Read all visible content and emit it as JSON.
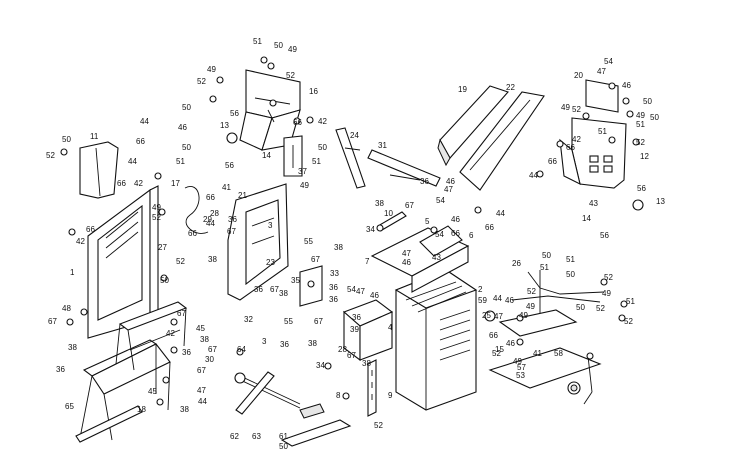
{
  "labels": [
    {
      "t": "51"
    },
    {
      "t": "50"
    },
    {
      "t": "49"
    },
    {
      "t": "49"
    },
    {
      "t": "52"
    },
    {
      "t": "52"
    },
    {
      "t": "16"
    },
    {
      "t": "50"
    },
    {
      "t": "56"
    },
    {
      "t": "13"
    },
    {
      "t": "66"
    },
    {
      "t": "42"
    },
    {
      "t": "14"
    },
    {
      "t": "50"
    },
    {
      "t": "56"
    },
    {
      "t": "51"
    },
    {
      "t": "37"
    },
    {
      "t": "49"
    },
    {
      "t": "24"
    },
    {
      "t": "31"
    },
    {
      "t": "19"
    },
    {
      "t": "22"
    },
    {
      "t": "36"
    },
    {
      "t": "46"
    },
    {
      "t": "47"
    },
    {
      "t": "54"
    },
    {
      "t": "38"
    },
    {
      "t": "67"
    },
    {
      "t": "54"
    },
    {
      "t": "47"
    },
    {
      "t": "20"
    },
    {
      "t": "46"
    },
    {
      "t": "49"
    },
    {
      "t": "52"
    },
    {
      "t": "50"
    },
    {
      "t": "51"
    },
    {
      "t": "49"
    },
    {
      "t": "51"
    },
    {
      "t": "50"
    },
    {
      "t": "52"
    },
    {
      "t": "42"
    },
    {
      "t": "66"
    },
    {
      "t": "12"
    },
    {
      "t": "66"
    },
    {
      "t": "44"
    },
    {
      "t": "56"
    },
    {
      "t": "13"
    },
    {
      "t": "43"
    },
    {
      "t": "14"
    },
    {
      "t": "56"
    },
    {
      "t": "50"
    },
    {
      "t": "11"
    },
    {
      "t": "52"
    },
    {
      "t": "44"
    },
    {
      "t": "46"
    },
    {
      "t": "66"
    },
    {
      "t": "50"
    },
    {
      "t": "51"
    },
    {
      "t": "66"
    },
    {
      "t": "42"
    },
    {
      "t": "44"
    },
    {
      "t": "17"
    },
    {
      "t": "41"
    },
    {
      "t": "66"
    },
    {
      "t": "28"
    },
    {
      "t": "36"
    },
    {
      "t": "66"
    },
    {
      "t": "44"
    },
    {
      "t": "38"
    },
    {
      "t": "21"
    },
    {
      "t": "29"
    },
    {
      "t": "67"
    },
    {
      "t": "49"
    },
    {
      "t": "52"
    },
    {
      "t": "27"
    },
    {
      "t": "66"
    },
    {
      "t": "42"
    },
    {
      "t": "52"
    },
    {
      "t": "50"
    },
    {
      "t": "1"
    },
    {
      "t": "3"
    },
    {
      "t": "55"
    },
    {
      "t": "23"
    },
    {
      "t": "38"
    },
    {
      "t": "67"
    },
    {
      "t": "33"
    },
    {
      "t": "35"
    },
    {
      "t": "36"
    },
    {
      "t": "36"
    },
    {
      "t": "36"
    },
    {
      "t": "67"
    },
    {
      "t": "38"
    },
    {
      "t": "32"
    },
    {
      "t": "55"
    },
    {
      "t": "3"
    },
    {
      "t": "36"
    },
    {
      "t": "38"
    },
    {
      "t": "67"
    },
    {
      "t": "10"
    },
    {
      "t": "34"
    },
    {
      "t": "5"
    },
    {
      "t": "54"
    },
    {
      "t": "47"
    },
    {
      "t": "46"
    },
    {
      "t": "66"
    },
    {
      "t": "6"
    },
    {
      "t": "46"
    },
    {
      "t": "44"
    },
    {
      "t": "66"
    },
    {
      "t": "43"
    },
    {
      "t": "7"
    },
    {
      "t": "54"
    },
    {
      "t": "47"
    },
    {
      "t": "46"
    },
    {
      "t": "2"
    },
    {
      "t": "59"
    },
    {
      "t": "25"
    },
    {
      "t": "36"
    },
    {
      "t": "39"
    },
    {
      "t": "4"
    },
    {
      "t": "67"
    },
    {
      "t": "28"
    },
    {
      "t": "38"
    },
    {
      "t": "34"
    },
    {
      "t": "8"
    },
    {
      "t": "9"
    },
    {
      "t": "52"
    },
    {
      "t": "48"
    },
    {
      "t": "67"
    },
    {
      "t": "38"
    },
    {
      "t": "36"
    },
    {
      "t": "67"
    },
    {
      "t": "42"
    },
    {
      "t": "45"
    },
    {
      "t": "38"
    },
    {
      "t": "36"
    },
    {
      "t": "67"
    },
    {
      "t": "30"
    },
    {
      "t": "67"
    },
    {
      "t": "45"
    },
    {
      "t": "47"
    },
    {
      "t": "44"
    },
    {
      "t": "38"
    },
    {
      "t": "18"
    },
    {
      "t": "65"
    },
    {
      "t": "64"
    },
    {
      "t": "62"
    },
    {
      "t": "63"
    },
    {
      "t": "61"
    },
    {
      "t": "50"
    },
    {
      "t": "26"
    },
    {
      "t": "50"
    },
    {
      "t": "51"
    },
    {
      "t": "51"
    },
    {
      "t": "50"
    },
    {
      "t": "52"
    },
    {
      "t": "52"
    },
    {
      "t": "49"
    },
    {
      "t": "52"
    },
    {
      "t": "50"
    },
    {
      "t": "51"
    },
    {
      "t": "52"
    },
    {
      "t": "49"
    },
    {
      "t": "46"
    },
    {
      "t": "44"
    },
    {
      "t": "47"
    },
    {
      "t": "49"
    },
    {
      "t": "66"
    },
    {
      "t": "46"
    },
    {
      "t": "15"
    },
    {
      "t": "52"
    },
    {
      "t": "49"
    },
    {
      "t": "41"
    },
    {
      "t": "58"
    },
    {
      "t": "57"
    },
    {
      "t": "53"
    }
  ]
}
